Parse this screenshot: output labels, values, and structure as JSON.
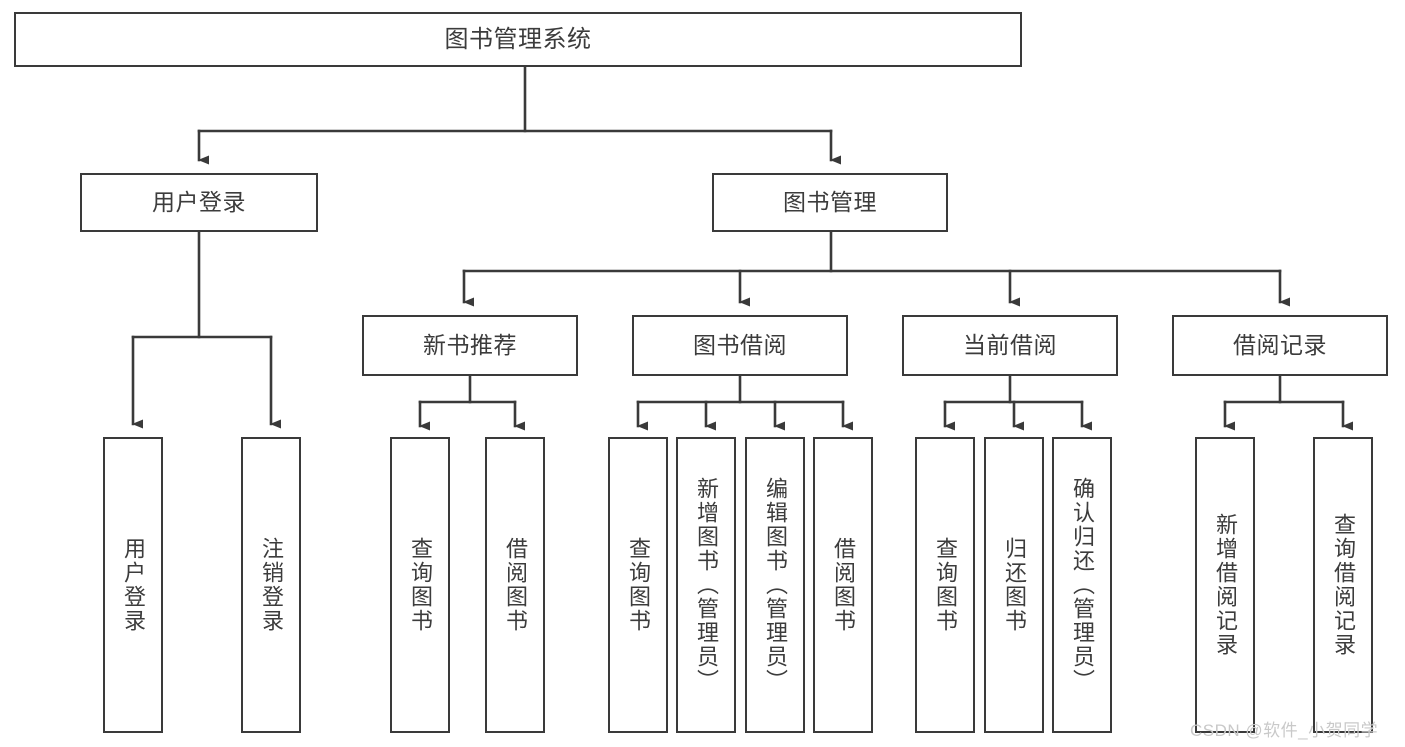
{
  "diagram": {
    "title": "图书管理系统",
    "type": "hierarchy-tree",
    "orientation": "top-down",
    "colors": {
      "box_border": "#3a3a3a",
      "box_fill": "#ffffff",
      "text": "#3c3c3c",
      "edge": "#3a3a3a",
      "background": "#ffffff",
      "watermark": "#c9c9c9"
    },
    "watermark": "CSDN @软件_小贺同学"
  },
  "nodes": {
    "root": {
      "label": "图书管理系统",
      "level": 0
    },
    "level1": [
      {
        "id": "user-login",
        "label": "用户登录",
        "level": 1
      },
      {
        "id": "book-manage",
        "label": "图书管理",
        "level": 1
      }
    ],
    "level2": [
      {
        "id": "new-book-recommend",
        "label": "新书推荐",
        "level": 2,
        "parent": "book-manage"
      },
      {
        "id": "book-borrow",
        "label": "图书借阅",
        "level": 2,
        "parent": "book-manage"
      },
      {
        "id": "current-borrow",
        "label": "当前借阅",
        "level": 2,
        "parent": "book-manage"
      },
      {
        "id": "borrow-record",
        "label": "借阅记录",
        "level": 2,
        "parent": "book-manage"
      }
    ],
    "leaves": [
      {
        "id": "leaf-user-login",
        "label": "用户登录",
        "parent": "user-login"
      },
      {
        "id": "leaf-logout-login",
        "label": "注销登录",
        "parent": "user-login"
      },
      {
        "id": "leaf-query-book-1",
        "label": "查询图书",
        "parent": "new-book-recommend"
      },
      {
        "id": "leaf-borrow-book-1",
        "label": "借阅图书",
        "parent": "new-book-recommend"
      },
      {
        "id": "leaf-query-book-2",
        "label": "查询图书",
        "parent": "book-borrow"
      },
      {
        "id": "leaf-add-book",
        "label": "新增图书（管理员）",
        "parent": "book-borrow"
      },
      {
        "id": "leaf-edit-book",
        "label": "编辑图书（管理员）",
        "parent": "book-borrow"
      },
      {
        "id": "leaf-borrow-book-2",
        "label": "借阅图书",
        "parent": "book-borrow"
      },
      {
        "id": "leaf-query-book-3",
        "label": "查询图书",
        "parent": "current-borrow"
      },
      {
        "id": "leaf-return-book",
        "label": "归还图书",
        "parent": "current-borrow"
      },
      {
        "id": "leaf-confirm-return",
        "label": "确认归还（管理员）",
        "parent": "current-borrow"
      },
      {
        "id": "leaf-add-record",
        "label": "新增借阅记录",
        "parent": "borrow-record"
      },
      {
        "id": "leaf-query-record",
        "label": "查询借阅记录",
        "parent": "borrow-record"
      }
    ]
  }
}
